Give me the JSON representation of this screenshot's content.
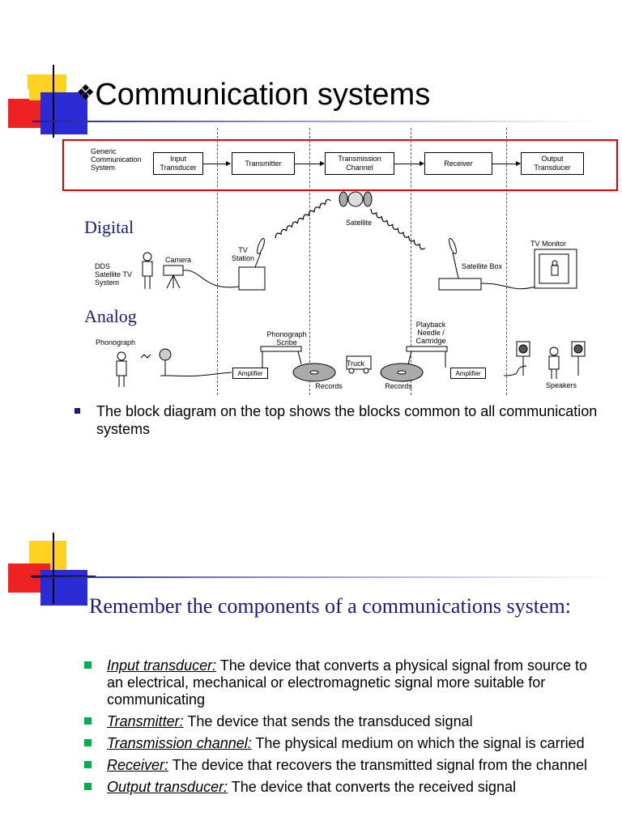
{
  "slide1": {
    "title_symbol": "❖",
    "title": "Communication systems",
    "generic_label": "Generic\nCommunication\nSystem",
    "blocks": [
      "Input\nTransducer",
      "Transmitter",
      "Transmission\nChannel",
      "Receiver",
      "Output\nTransducer"
    ],
    "digital_label": "Digital",
    "analog_label": "Analog",
    "digital": {
      "satellite": "Satellite",
      "tv_station": "TV\nStation",
      "camera": "Camera",
      "dds": "DDS\nSatellite TV\nSystem",
      "satellite_box": "Satellite Box",
      "tv_monitor": "TV Monitor"
    },
    "analog": {
      "phonograph": "Phonograph",
      "scribe": "Phonograph\nScribe",
      "amplifier_left": "Amplifier",
      "records_left": "Records",
      "truck": "Truck",
      "records_right": "Records",
      "playback": "Playback\nNeedle /\nCartridge",
      "amplifier_right": "Amplifier",
      "speakers": "Speakers"
    },
    "bullet": "The  block diagram on the top shows the blocks common to all communication systems"
  },
  "slide2": {
    "title": "Remember the components of a communications system:",
    "items": [
      {
        "term": "Input transducer:",
        "text": " The device that converts a physical signal from source to an electrical, mechanical or electromagnetic signal more suitable for communicating"
      },
      {
        "term": "Transmitter:",
        "text": " The device that sends the transduced signal"
      },
      {
        "term": "Transmission channel:",
        "text": " The physical medium on which the signal is carried"
      },
      {
        "term": "Receiver:",
        "text": " The device that recovers the transmitted signal from the channel"
      },
      {
        "term": "Output transducer:",
        "text": " The device that converts the received signal"
      }
    ]
  },
  "colors": {
    "accent_red": "#e00000",
    "deco_yellow": "#ffd21f",
    "deco_blue": "#2b2bd6",
    "deco_red": "#ee2222",
    "heading_blue": "#1a1a80",
    "bullet_green": "#00b050"
  }
}
